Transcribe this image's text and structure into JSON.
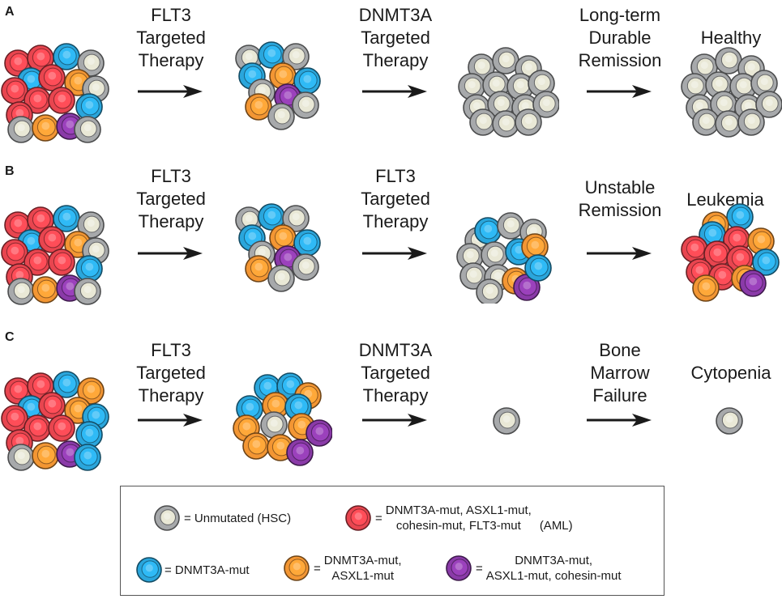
{
  "rows": [
    {
      "letter": "A",
      "steps": [
        "FLT3\nTargeted\nTherapy",
        "DNMT3A\nTargeted\nTherapy",
        "Long-term\nDurable\nRemission"
      ],
      "outcome": "Healthy"
    },
    {
      "letter": "B",
      "steps": [
        "FLT3\nTargeted\nTherapy",
        "FLT3\nTargeted\nTherapy",
        "Unstable\nRemission"
      ],
      "outcome": "Leukemia"
    },
    {
      "letter": "C",
      "steps": [
        "FLT3\nTargeted\nTherapy",
        "DNMT3A\nTargeted\nTherapy",
        "Bone\nMarrow\nFailure"
      ],
      "outcome": "Cytopenia"
    }
  ],
  "legend": {
    "unmutated": "= Unmutated (HSC)",
    "aml": "DNMT3A-mut, ASXL1-mut,\ncohesin-mut, FLT3-mut",
    "aml_tag": "(AML)",
    "dnmt3a": "= DNMT3A-mut",
    "dnmt3a_asxl1": "DNMT3A-mut,\nASXL1-mut",
    "dnmt3a_asxl1_cohesin": "DNMT3A-mut,\nASXL1-mut, cohesin-mut",
    "equals": "="
  },
  "colors": {
    "gray": "#a7a9ab",
    "red": "#e8454f",
    "blue": "#2aa6dc",
    "orange": "#f39633",
    "purple": "#8a3aa8",
    "inner": "#e9e8d6"
  }
}
